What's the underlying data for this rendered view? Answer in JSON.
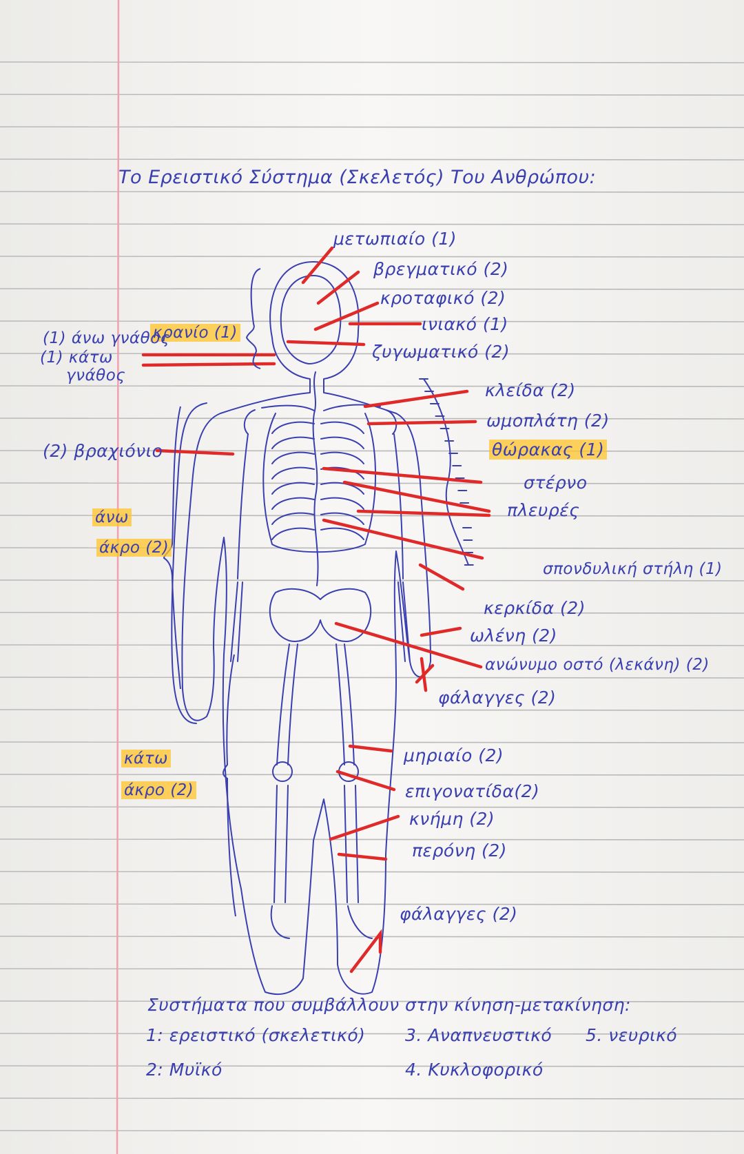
{
  "title": "Το Ερειστικό Σύστημα (Σκελετός) Του Ανθρώπου:",
  "labels_left": {
    "skull": "κρανίο (1)",
    "upper_jaw": "(1) άνω γνάθος",
    "lower_jaw_1": "(1) κάτω",
    "lower_jaw_2": "γνάθος",
    "humerus": "(2) βραχιόνιο",
    "upper_limb_1": "άνω",
    "upper_limb_2": "άκρο (2)",
    "lower_limb_1": "κάτω",
    "lower_limb_2": "άκρο (2)"
  },
  "labels_right": {
    "frontal": "μετωπιαίο (1)",
    "parietal": "βρεγματικό (2)",
    "temporal": "κροταφικό (2)",
    "occipital": "ινιακό (1)",
    "zygomatic": "ζυγωματικό (2)",
    "clavicle": "κλείδα (2)",
    "scapula": "ωμοπλάτη (2)",
    "thorax": "θώρακας (1)",
    "sternum": "στέρνο",
    "ribs": "πλευρές",
    "spine": "σπονδυλική στήλη (1)",
    "radius": "κερκίδα (2)",
    "ulna": "ωλένη (2)",
    "hip": "ανώνυμο οστό (λεκάνη) (2)",
    "phalanges_hand": "φάλαγγες (2)",
    "femur": "μηριαίο (2)",
    "patella": "επιγονατίδα(2)",
    "tibia": "κνήμη (2)",
    "fibula": "περόνη (2)",
    "phalanges_foot": "φάλαγγες (2)"
  },
  "footer": {
    "heading": "Συστήματα που συμβάλλουν στην κίνηση-μετακίνηση:",
    "items": [
      "1: ερειστικό (σκελετικό)",
      "2: Μυϊκό",
      "3. Αναπνευστικό",
      "4. Κυκλοφορικό",
      "5. νευρικό"
    ]
  },
  "colors": {
    "ink": "#3a3fb0",
    "annotation": "#e02a2a",
    "highlight": "#ffc428",
    "margin_line": "#f0a0b0",
    "rule_line": "#b9b9b9"
  }
}
